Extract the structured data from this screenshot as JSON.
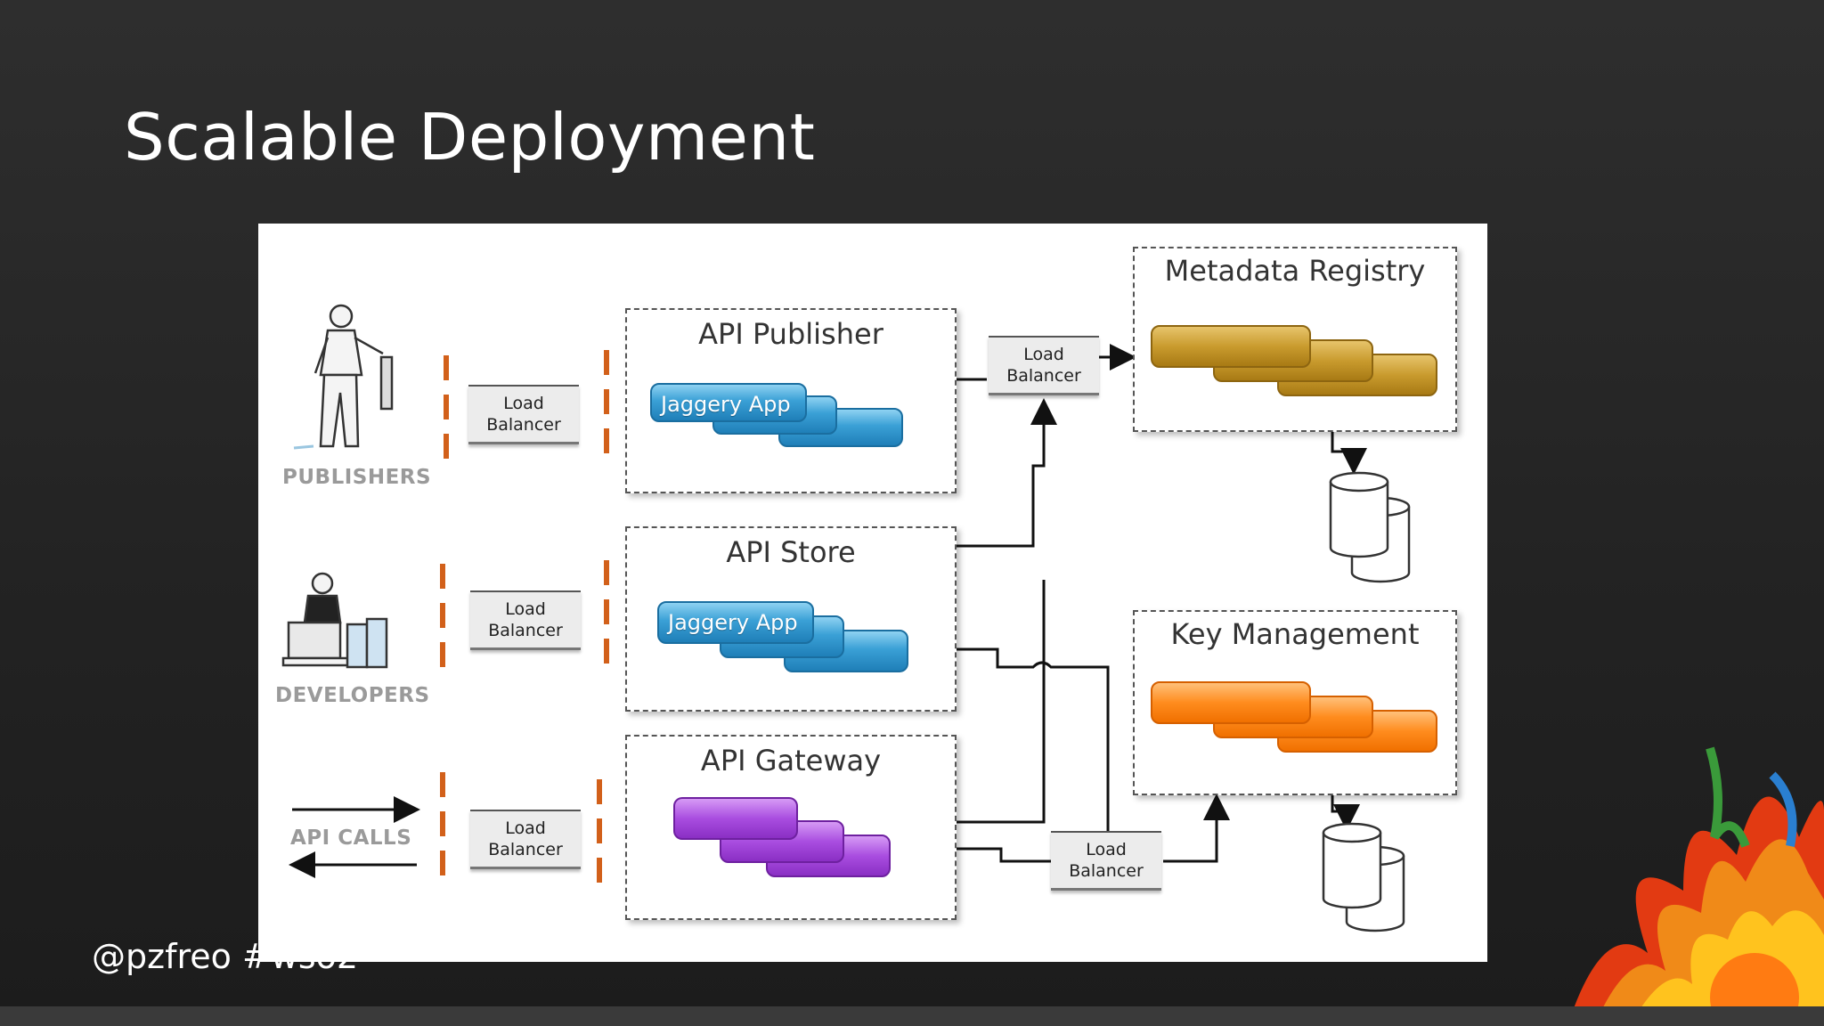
{
  "slide": {
    "title": "Scalable Deployment",
    "footer": "@pzfreo #wso2"
  },
  "diagram": {
    "actors": [
      {
        "label": "PUBLISHERS"
      },
      {
        "label": "DEVELOPERS"
      },
      {
        "label": "API CALLS"
      }
    ],
    "load_balancer": {
      "line1": "Load",
      "line2": "Balancer"
    },
    "sections": {
      "publisher": {
        "title": "API Publisher",
        "app_label": "Jaggery App"
      },
      "store": {
        "title": "API Store",
        "app_label": "Jaggery App"
      },
      "gateway": {
        "title": "API Gateway"
      },
      "registry": {
        "title": "Metadata Registry"
      },
      "keymgmt": {
        "title": "Key Management"
      }
    }
  },
  "colors": {
    "background": "#262626",
    "panel": "#ffffff",
    "jaggery_blue": "#2f95cf",
    "registry_gold": "#c99b2e",
    "keymgmt_orange": "#ff8c1e",
    "gateway_purple": "#a94de0",
    "separator_orange": "#d2601a"
  }
}
